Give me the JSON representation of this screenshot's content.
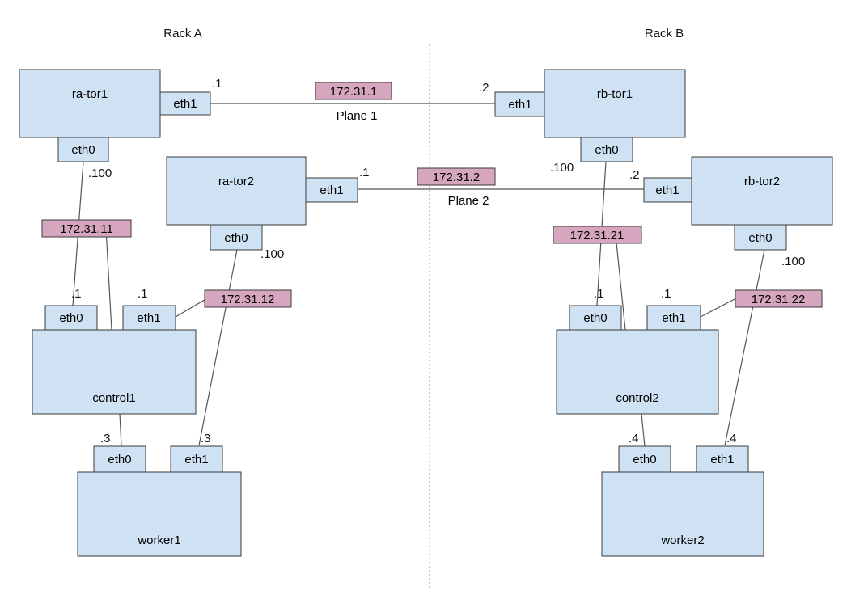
{
  "colors": {
    "node_fill": "#cfe2f3",
    "node_stroke": "#3a3a3a",
    "subnet_fill": "#d5a6bd",
    "line": "#555555",
    "divider": "#888888",
    "text": "#111111"
  },
  "racks": {
    "a": "Rack A",
    "b": "Rack B"
  },
  "planes": {
    "p1": "Plane 1",
    "p2": "Plane 2"
  },
  "nodes": {
    "ra_tor1": "ra-tor1",
    "ra_tor2": "ra-tor2",
    "rb_tor1": "rb-tor1",
    "rb_tor2": "rb-tor2",
    "control1": "control1",
    "control2": "control2",
    "worker1": "worker1",
    "worker2": "worker2"
  },
  "ports": {
    "eth0": "eth0",
    "eth1": "eth1"
  },
  "subnets": {
    "plane1": "172.31.1",
    "plane2": "172.31.2",
    "a1": "172.31.11",
    "a2": "172.31.12",
    "b1": "172.31.21",
    "b2": "172.31.22"
  },
  "addresses": {
    "ra_tor1_eth1": ".1",
    "rb_tor1_eth1": ".2",
    "ra_tor2_eth1": ".1",
    "rb_tor2_eth1": ".2",
    "ra_tor1_eth0": ".100",
    "ra_tor2_eth0": ".100",
    "rb_tor1_eth0": ".100",
    "rb_tor2_eth0": ".100",
    "control1_eth0": ".1",
    "control1_eth1": ".1",
    "control2_eth0": ".1",
    "control2_eth1": ".1",
    "worker1_eth0": ".3",
    "worker1_eth1": ".3",
    "worker2_eth0": ".4",
    "worker2_eth1": ".4"
  }
}
